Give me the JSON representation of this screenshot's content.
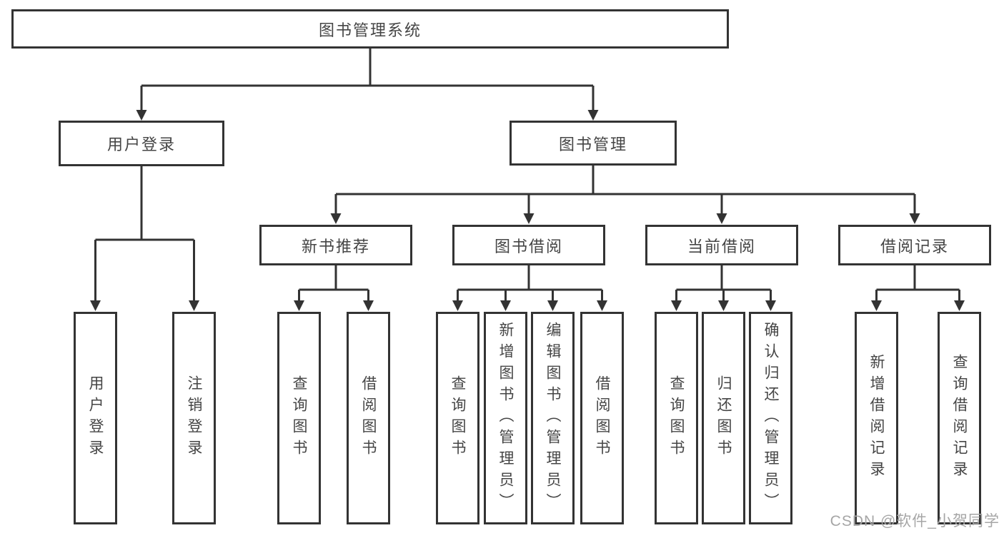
{
  "diagram": {
    "root_label": "图书管理系统",
    "branches": {
      "user_login": {
        "label": "用户登录",
        "children": [
          "用户登录",
          "注销登录"
        ]
      },
      "book_management": {
        "label": "图书管理",
        "sections": [
          {
            "label": "新书推荐",
            "children": [
              "查询图书",
              "借阅图书"
            ]
          },
          {
            "label": "图书借阅",
            "children": [
              "查询图书",
              "新增图书（管理员）",
              "编辑图书（管理员）",
              "借阅图书"
            ]
          },
          {
            "label": "当前借阅",
            "children": [
              "查询图书",
              "归还图书",
              "确认归还（管理员）"
            ]
          },
          {
            "label": "借阅记录",
            "children": [
              "新增借阅记录",
              "查询借阅记录"
            ]
          }
        ]
      }
    }
  },
  "watermark": {
    "text": "CSDN @软件_小贺同学"
  },
  "colors": {
    "line": "#333333",
    "box_bg": "#ffffff",
    "text": "#454545",
    "watermark": "#a6a6a6"
  }
}
